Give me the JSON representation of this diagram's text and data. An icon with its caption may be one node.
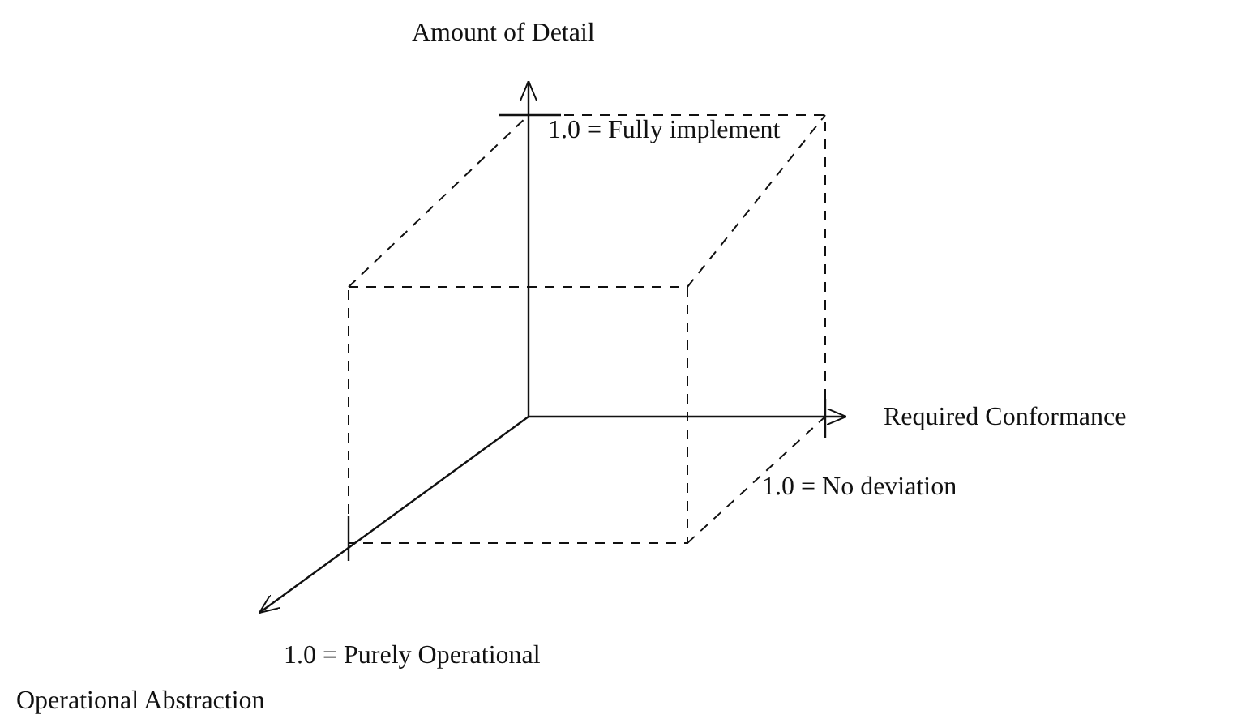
{
  "diagram": {
    "labels": [
      "Amount of Detail",
      "1.0 = Fully implement",
      "Required Conformance",
      "1.0 = No deviation",
      "1.0 = Purely Operational",
      "Operational Abstraction"
    ]
  }
}
